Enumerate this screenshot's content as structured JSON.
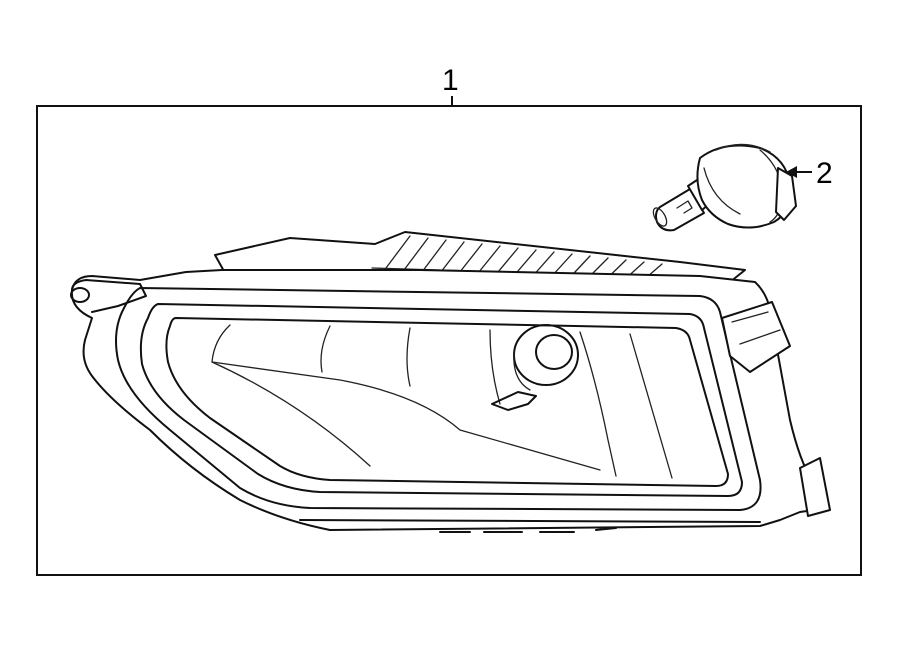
{
  "diagram": {
    "callouts": [
      {
        "id": "assembly",
        "label": "1"
      },
      {
        "id": "bulb",
        "label": "2"
      }
    ]
  }
}
